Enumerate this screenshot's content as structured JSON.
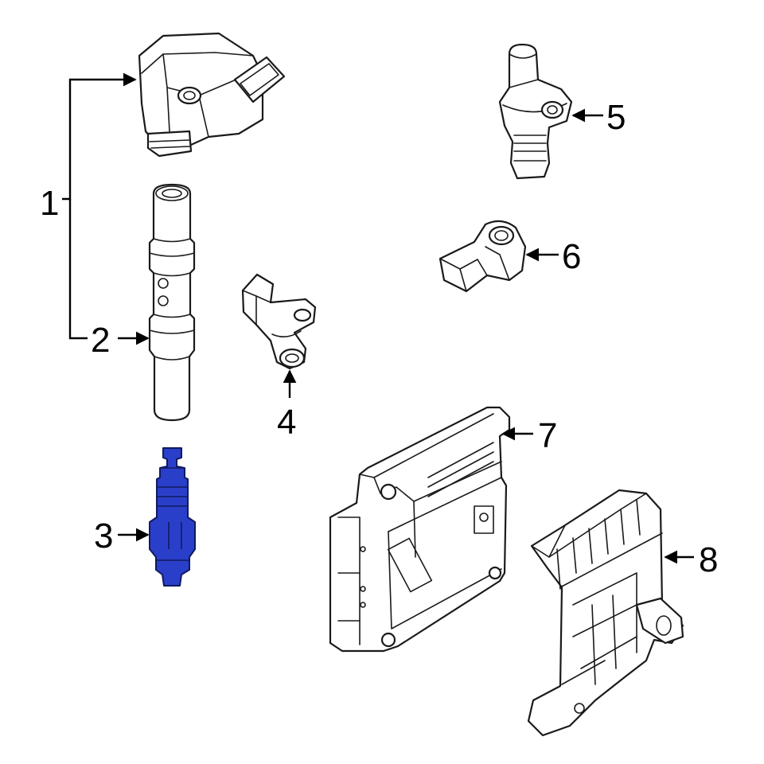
{
  "callouts": [
    {
      "id": "1",
      "label": "1"
    },
    {
      "id": "2",
      "label": "2"
    },
    {
      "id": "3",
      "label": "3"
    },
    {
      "id": "4",
      "label": "4"
    },
    {
      "id": "5",
      "label": "5"
    },
    {
      "id": "6",
      "label": "6"
    },
    {
      "id": "7",
      "label": "7"
    },
    {
      "id": "8",
      "label": "8"
    }
  ],
  "highlight_color": "#2a3fc9",
  "outline_color": "#1a1a1a",
  "highlighted_callout": "3"
}
